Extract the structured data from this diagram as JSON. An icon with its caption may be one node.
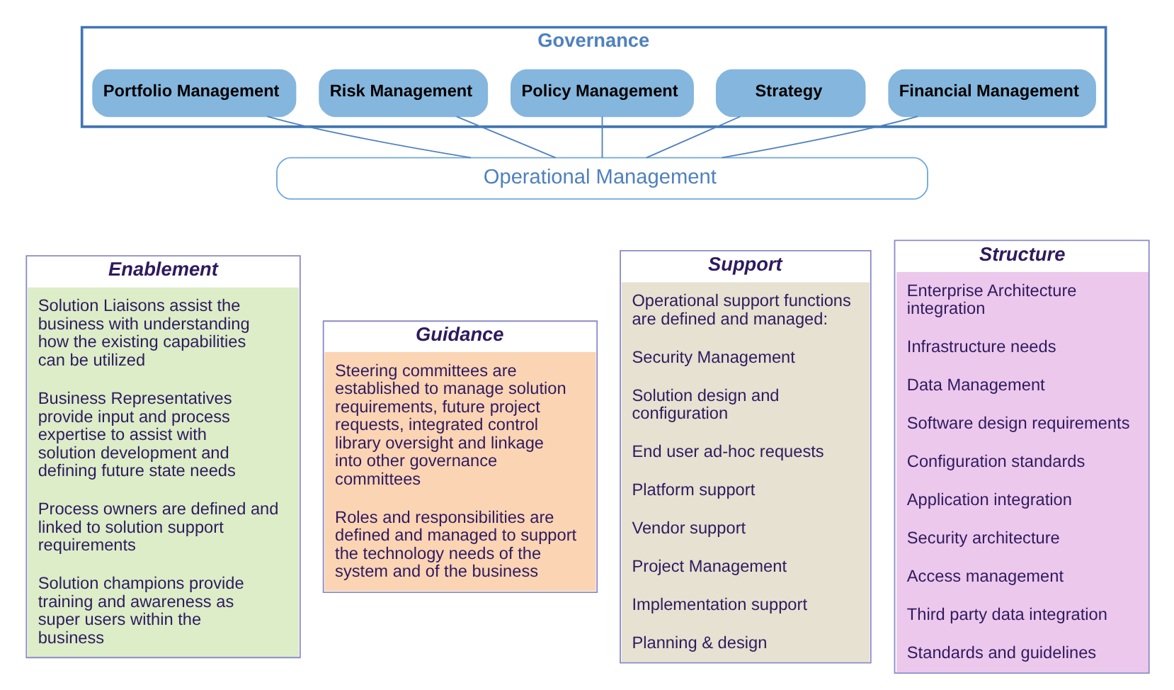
{
  "diagram": {
    "nodes": [
      {
        "text": [
          "Governance"
        ]
      },
      {
        "text": [
          "Financial Management"
        ],
        "in": 0
      },
      {
        "text": [
          "Strategy"
        ],
        "in": 0
      },
      {
        "text": [
          "Policy Management"
        ],
        "in": 0
      },
      {
        "text": [
          "Risk Management"
        ],
        "in": 0
      },
      {
        "text": [
          "Portfolio Management"
        ],
        "in": 0
      },
      {
        "text": [
          "Operational Management"
        ]
      },
      {
        "text": [
          "Enablement",
          "Solution Liaisons assist the business with understanding how the existing capabilities can be utilized",
          "Business Representatives provide input and process expertise to assist with solution development and defining future state needs",
          "Process owners are defined and linked to solution support requirements",
          "Solution champions provide training and awareness as super users within the business"
        ]
      },
      {
        "text": [
          "Guidance",
          "Steering committees are established to manage solution requirements, future project requests, integrated control library oversight and linkage into other governance committees",
          "Roles and responsibilities are defined and managed to support the technology needs of the system and of the business"
        ]
      },
      {
        "text": [
          "Support",
          "Operational support functions are defined and managed:",
          "Security Management",
          "Solution design and configuration",
          "End user ad-hoc requests",
          "Platform support",
          "Vendor support",
          "Project Management",
          "Implementation support",
          "Planning & design"
        ]
      },
      {
        "text": [
          "Structure",
          "Enterprise Architecture integration",
          "Infrastructure needs",
          "Data Management",
          "Software design requirements",
          "Configuration standards",
          "Application integration",
          "Security architecture",
          "Access management",
          "Third party data integration",
          "Standards and guidelines"
        ]
      }
    ],
    "edges": [
      {
        "from": 1,
        "to": 6,
        "arrow": "none"
      },
      {
        "from": 2,
        "to": 6,
        "arrow": "none"
      },
      {
        "from": 3,
        "to": 6,
        "arrow": "none"
      },
      {
        "from": 4,
        "to": 6,
        "arrow": "none"
      },
      {
        "from": 5,
        "to": 6,
        "arrow": "none"
      }
    ]
  }
}
